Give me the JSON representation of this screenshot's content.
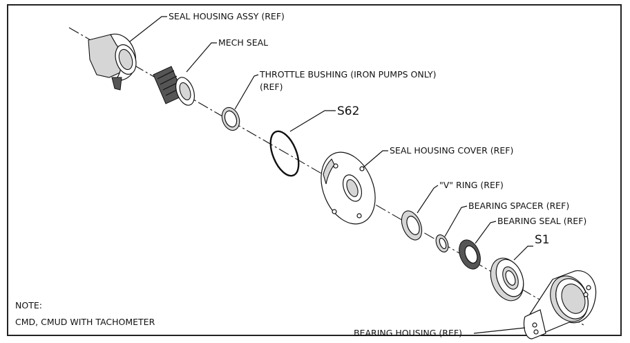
{
  "labels": {
    "seal_housing_assy": "SEAL HOUSING ASSY (REF)",
    "mech_seal": "MECH SEAL",
    "throttle_bushing_line1": "THROTTLE BUSHING (IRON PUMPS ONLY)",
    "throttle_bushing_line2": "(REF)",
    "s62": "S62",
    "seal_housing_cover": "SEAL HOUSING COVER (REF)",
    "v_ring": "\"V\" RING (REF)",
    "bearing_spacer": "BEARING SPACER (REF)",
    "bearing_seal": "BEARING SEAL (REF)",
    "s1": "S1",
    "bearing_housing": "BEARING HOUSING (REF)"
  },
  "note": {
    "title": "NOTE:",
    "text": "CMD, CMUD WITH TACHOMETER"
  }
}
